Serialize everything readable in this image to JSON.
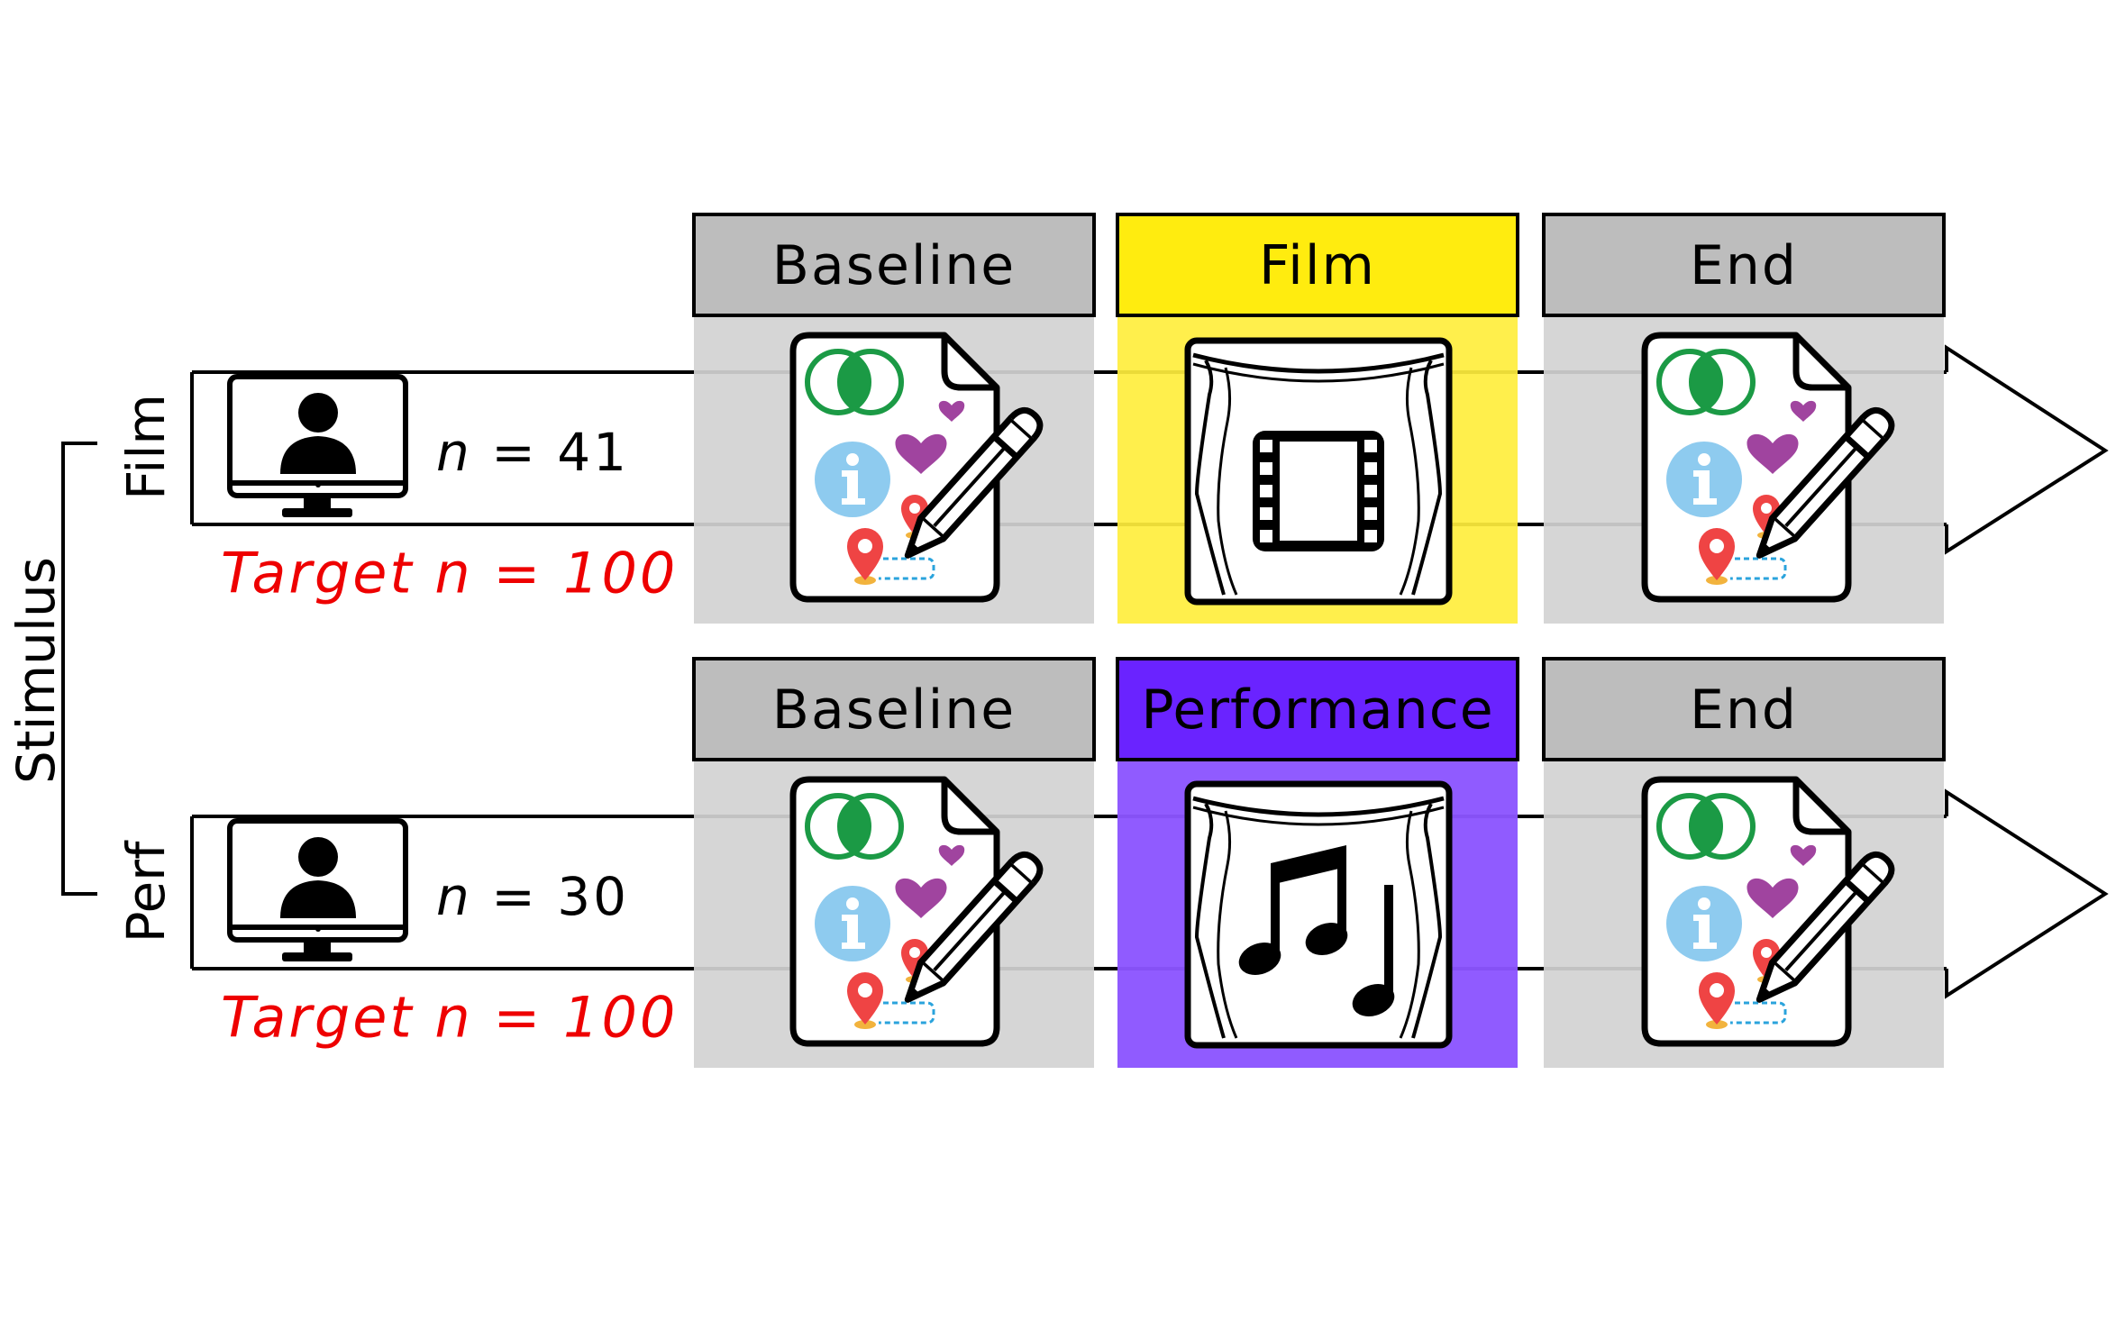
{
  "axis_label": "Stimulus",
  "colors": {
    "phase_grey": "#bdbdbd",
    "panel_grey": "#d3d3d3",
    "film_header": "#ffec0f",
    "film_panel": "#ffee3d",
    "performance_header": "#6a23ff",
    "performance_panel": "#8b54ff",
    "target_red": "#ee0000",
    "venn_green": "#1b9a45",
    "info_blue": "#8ecbef",
    "heart_purple": "#a0449f",
    "pin_red": "#ef4444"
  },
  "rows": [
    {
      "group_label": "Film",
      "n_text": "n = 41",
      "n_italic": "n",
      "n_rest": " = 41",
      "target_text": "Target n = 100",
      "phases": [
        {
          "label": "Baseline",
          "icon": "questionnaire-icon"
        },
        {
          "label": "Film",
          "icon": "film-reel-stage-icon"
        },
        {
          "label": "End",
          "icon": "questionnaire-icon"
        }
      ]
    },
    {
      "group_label": "Perf",
      "n_text": "n = 30",
      "n_italic": "n",
      "n_rest": " = 30",
      "target_text": "Target n = 100",
      "phases": [
        {
          "label": "Baseline",
          "icon": "questionnaire-icon"
        },
        {
          "label": "Performance",
          "icon": "music-note-stage-icon"
        },
        {
          "label": "End",
          "icon": "questionnaire-icon"
        }
      ]
    }
  ]
}
